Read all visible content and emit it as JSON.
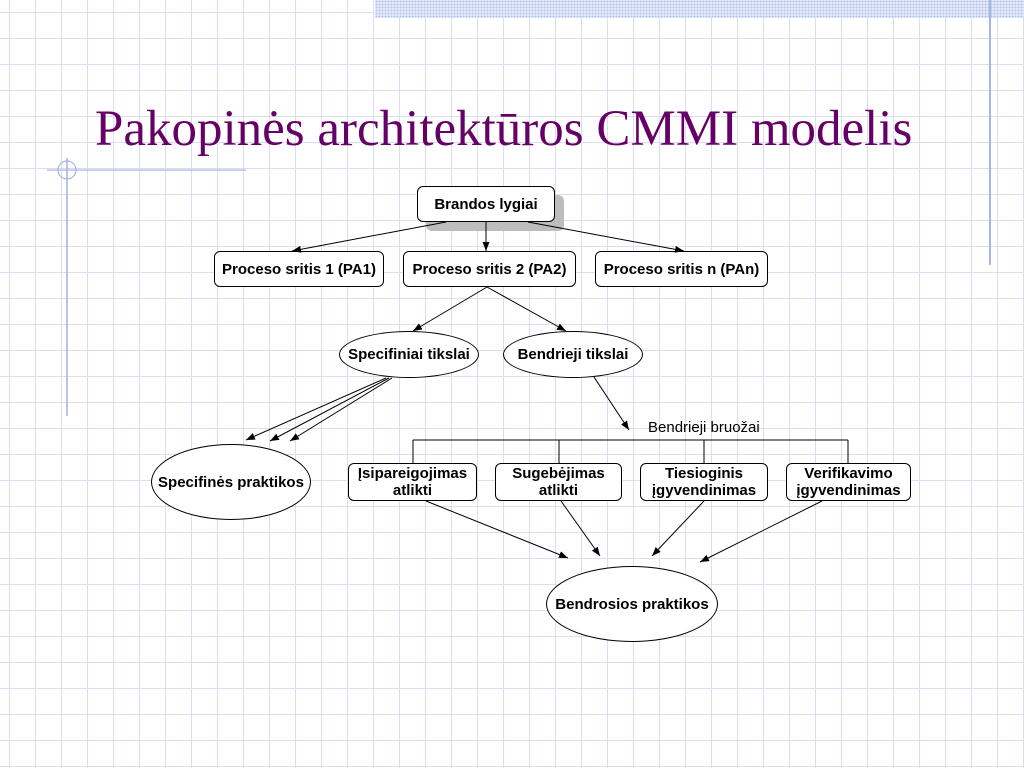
{
  "slide": {
    "title": "Pakopinės architektūros CMMI modelis",
    "colors": {
      "title": "#660066",
      "grid": "#d9dff1",
      "decor": "#a6b6e4"
    }
  },
  "diagram": {
    "maturity_levels": "Brandos lygiai",
    "process_areas": [
      "Proceso sritis 1 (PA1)",
      "Proceso sritis 2 (PA2)",
      "Proceso sritis n (PAn)"
    ],
    "goals": {
      "specific": "Specifiniai tikslai",
      "generic": "Bendrieji tikslai"
    },
    "specific_practices": "Specifinės praktikos",
    "common_features": {
      "label": "Bendrieji bruožai",
      "items": [
        "Įsipareigojimas atlikti",
        "Sugebėjimas atlikti",
        "Tiesioginis įgyvendinimas",
        "Verifikavimo įgyvendinimas"
      ]
    },
    "generic_practices": "Bendrosios praktikos"
  }
}
